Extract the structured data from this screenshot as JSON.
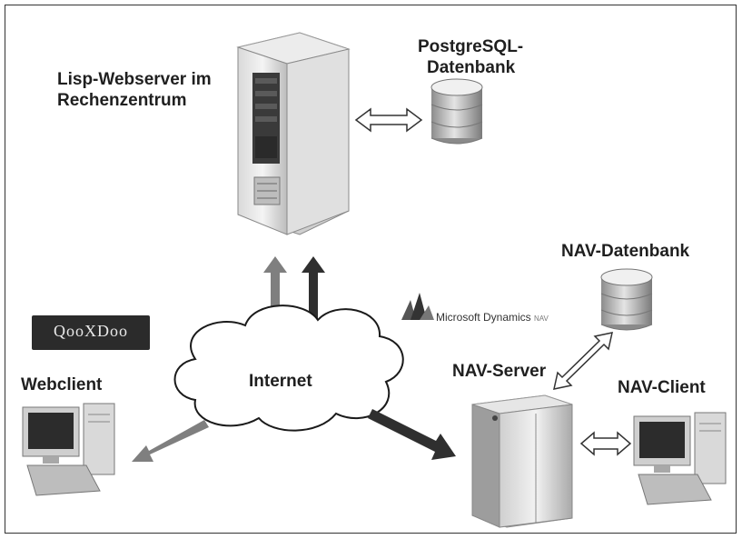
{
  "labels": {
    "webserver_line1": "Lisp-Webserver im",
    "webserver_line2": "Rechenzentrum",
    "postgres_line1": "PostgreSQL-",
    "postgres_line2": "Datenbank",
    "nav_db": "NAV-Datenbank",
    "nav_server": "NAV-Server",
    "nav_client": "NAV-Client",
    "webclient": "Webclient",
    "internet": "Internet"
  },
  "logos": {
    "microsoft_dynamics": "Microsoft Dynamics",
    "microsoft_dynamics_nav": "NAV",
    "qooxdoo": "QooXDoo"
  },
  "icons": [
    "server-rack-icon",
    "database-icon",
    "tower-server-icon",
    "desktop-computer-icon",
    "cloud-icon",
    "double-arrow-icon",
    "arrow-icon"
  ],
  "colors": {
    "frame": "#333333",
    "text": "#1f1f1f",
    "arrow_light": "#7f7f7f",
    "arrow_dark": "#2f2f2f"
  }
}
